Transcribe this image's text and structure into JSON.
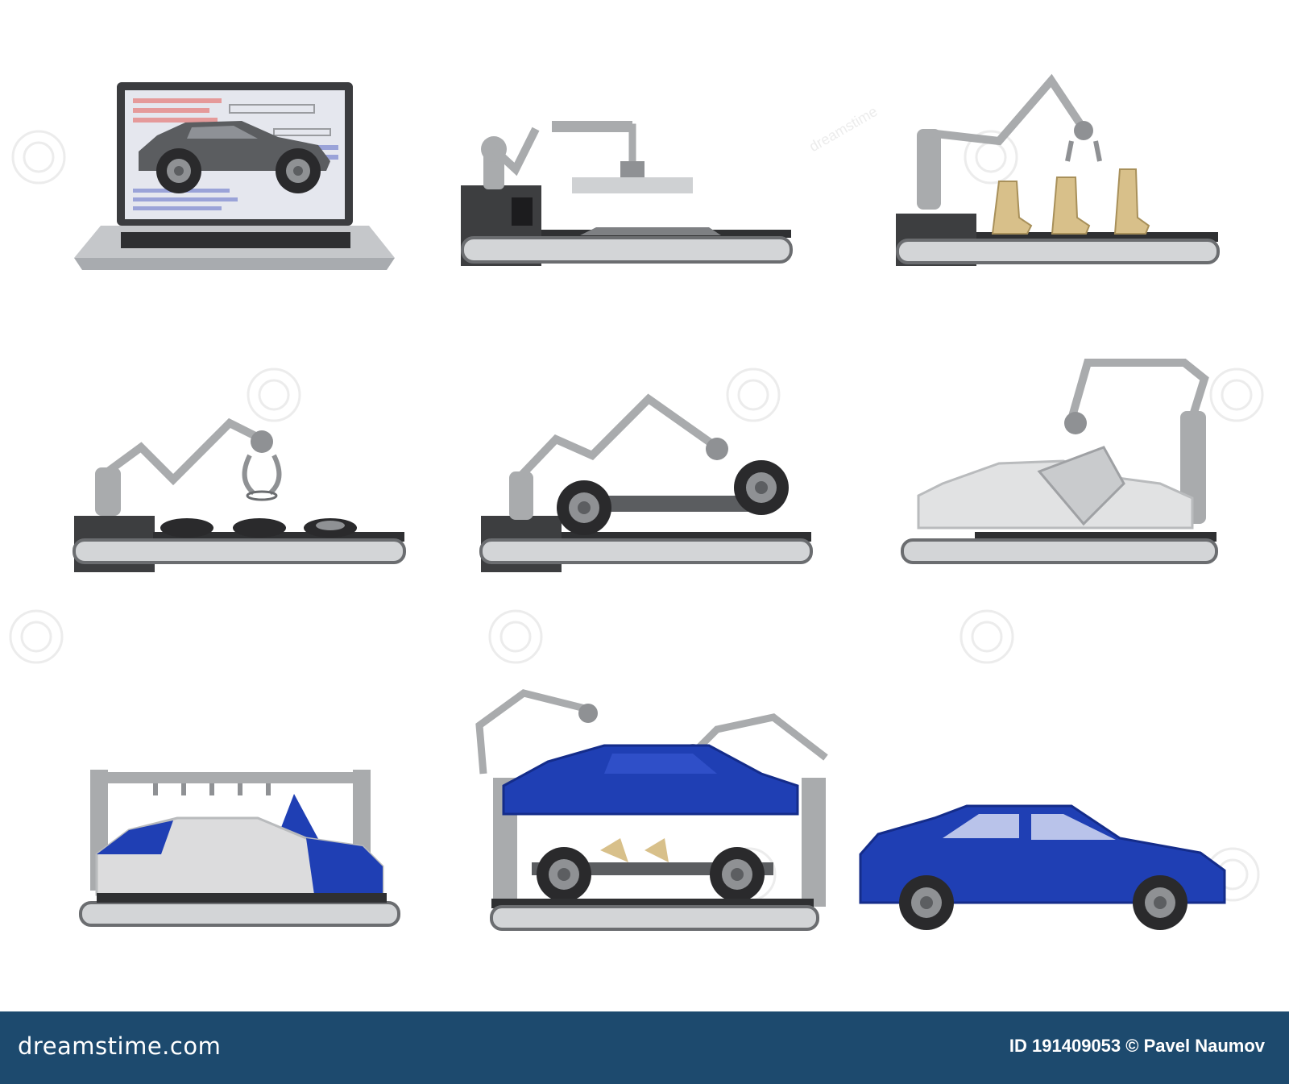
{
  "footer": {
    "logo": "dreamstime.com",
    "credit": "ID 191409053 © Pavel Naumov"
  },
  "watermark": {
    "text": "dreamstime"
  },
  "scenes": [
    {
      "id": "design-laptop",
      "icon": "laptop-car-design-icon"
    },
    {
      "id": "press-stamping",
      "icon": "press-robot-icon"
    },
    {
      "id": "seat-assembly",
      "icon": "seat-robot-icon"
    },
    {
      "id": "tire-handling",
      "icon": "tire-robot-icon"
    },
    {
      "id": "chassis-wheels",
      "icon": "chassis-robot-icon"
    },
    {
      "id": "body-door",
      "icon": "body-door-robot-icon"
    },
    {
      "id": "painting",
      "icon": "paint-station-icon"
    },
    {
      "id": "body-marriage",
      "icon": "body-chassis-robot-icon"
    },
    {
      "id": "finished-car",
      "icon": "finished-car-icon"
    }
  ],
  "colors": {
    "blue": "#1f3fb4",
    "blue_dark": "#142c8a",
    "gray_body": "#d9dadb",
    "robot": "#a9abad",
    "conveyor": "#3a3a3c",
    "seat": "#d8c08a",
    "footer_bg": "#1d4a6e"
  }
}
